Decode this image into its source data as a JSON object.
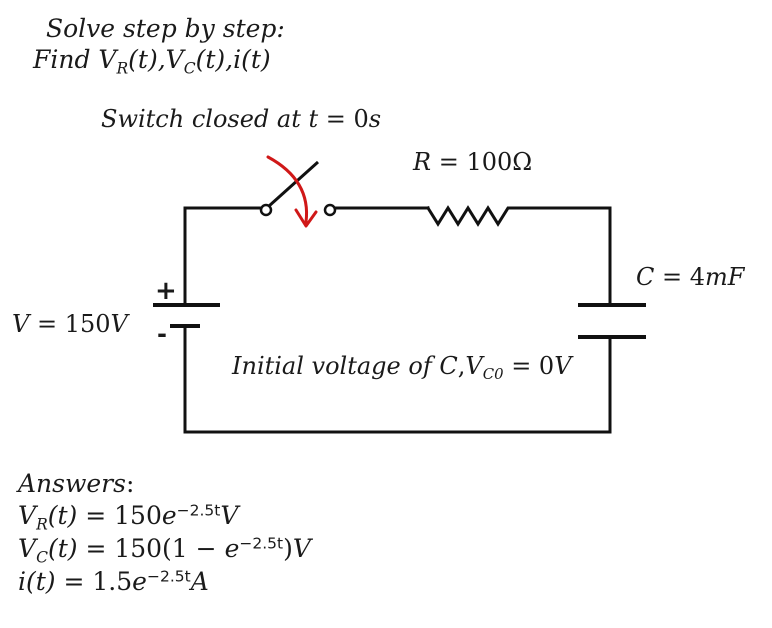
{
  "problem": {
    "line1": "Solve step by step:",
    "find_prefix": "Find ",
    "find_v": "V",
    "find_r": "R",
    "find_t1": "(t),",
    "find_v2": "V",
    "find_c": "C",
    "find_t2": "(t),",
    "find_i": "i(t)"
  },
  "switch_note": {
    "label": "Switch closed at ",
    "var": "t",
    "eq": " = 0",
    "unit": "s"
  },
  "components": {
    "resistor_label": "R",
    "resistor_eq": " = 100Ω",
    "capacitor_label": "C",
    "capacitor_eq": " = 4",
    "capacitor_unit": "mF",
    "source_label": "V",
    "source_eq": " = 150",
    "source_unit": "V",
    "plus_sign": "+",
    "minus_sign": "-"
  },
  "initial": {
    "text": "Initial voltage of ",
    "c": "C",
    "comma": ",",
    "v": "V",
    "sub": "C0",
    "eq": " = 0",
    "unit": "V"
  },
  "answers": {
    "heading": "Answers",
    "colon": ":",
    "vr_v": "V",
    "vr_sub": "R",
    "vr_t": "(t)",
    "vr_eq": " = 150",
    "vr_e": "e",
    "vr_exp": "−2.5t",
    "vr_unit": "V",
    "vc_v": "V",
    "vc_sub": "C",
    "vc_t": "(t)",
    "vc_eq": " = 150(1 − ",
    "vc_e": "e",
    "vc_exp": "−2.5t",
    "vc_close": ")",
    "vc_unit": "V",
    "i_i": "i",
    "i_t": "(t)",
    "i_eq": " = 1.5",
    "i_e": "e",
    "i_exp": "−2.5t",
    "i_unit": "A"
  },
  "colors": {
    "wire": "#111111",
    "arrow": "#d01818",
    "text": "#1a1a1a"
  }
}
